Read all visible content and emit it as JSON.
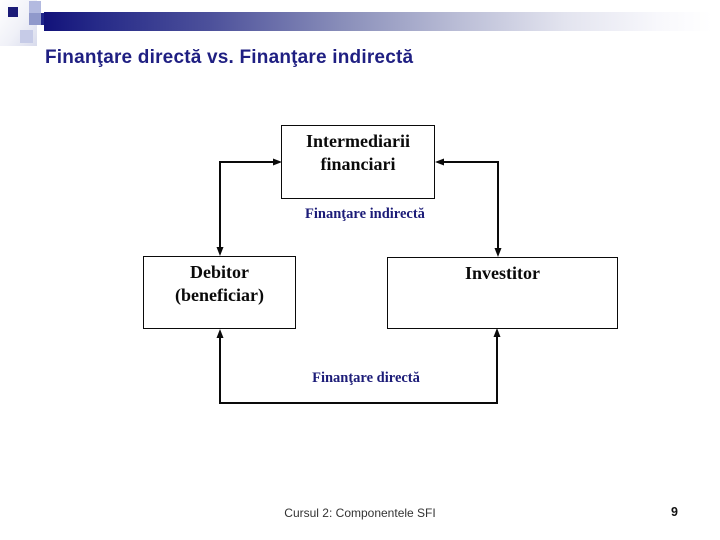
{
  "slide": {
    "title": "Finanţare directă vs. Finanţare indirectă",
    "footer_text": "Cursul 2: Componentele SFI",
    "page_number": "9"
  },
  "diagram": {
    "intermediari_line1": "Intermediarii",
    "intermediari_line2": "financiari",
    "debitor_line1": "Debitor",
    "debitor_line2": "(beneficiar)",
    "investitor_label": "Investitor",
    "label_indirect": "Finanţare indirectă",
    "label_direct": "Finanţare directă"
  },
  "theme": {
    "title_color": "#1f1f82",
    "diagram_label_color": "#1c1c78",
    "header_bar_start": "#12127a",
    "header_bar_end": "#ffffff",
    "corner_square_navy": "#1b1b78",
    "corner_square_periwinkle": "#9099cb",
    "box_border_color": "#0a0a0a",
    "connector_color": "#0a0a0a",
    "footer_color": "#333333"
  }
}
